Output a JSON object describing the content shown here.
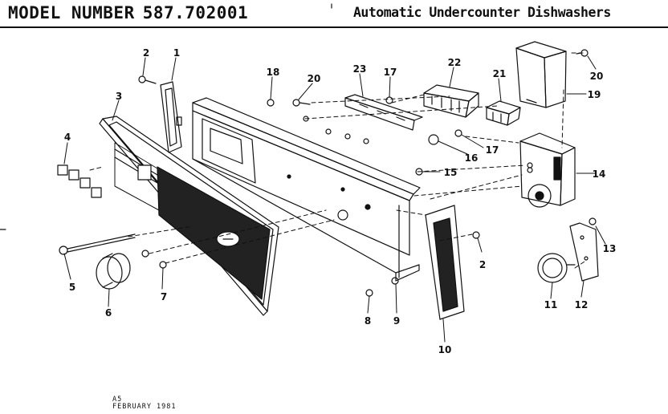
{
  "header": {
    "model_label": "MODEL NUMBER",
    "model_number": "587.702001",
    "title": "Automatic Undercounter Dishwashers"
  },
  "footer": {
    "code": "A5",
    "date": "FEBRUARY 1981"
  },
  "callouts": [
    "1",
    "2",
    "2",
    "3",
    "4",
    "5",
    "6",
    "7",
    "8",
    "9",
    "10",
    "11",
    "12",
    "13",
    "14",
    "15",
    "16",
    "17",
    "17",
    "18",
    "19",
    "20",
    "20",
    "21",
    "22",
    "23"
  ]
}
